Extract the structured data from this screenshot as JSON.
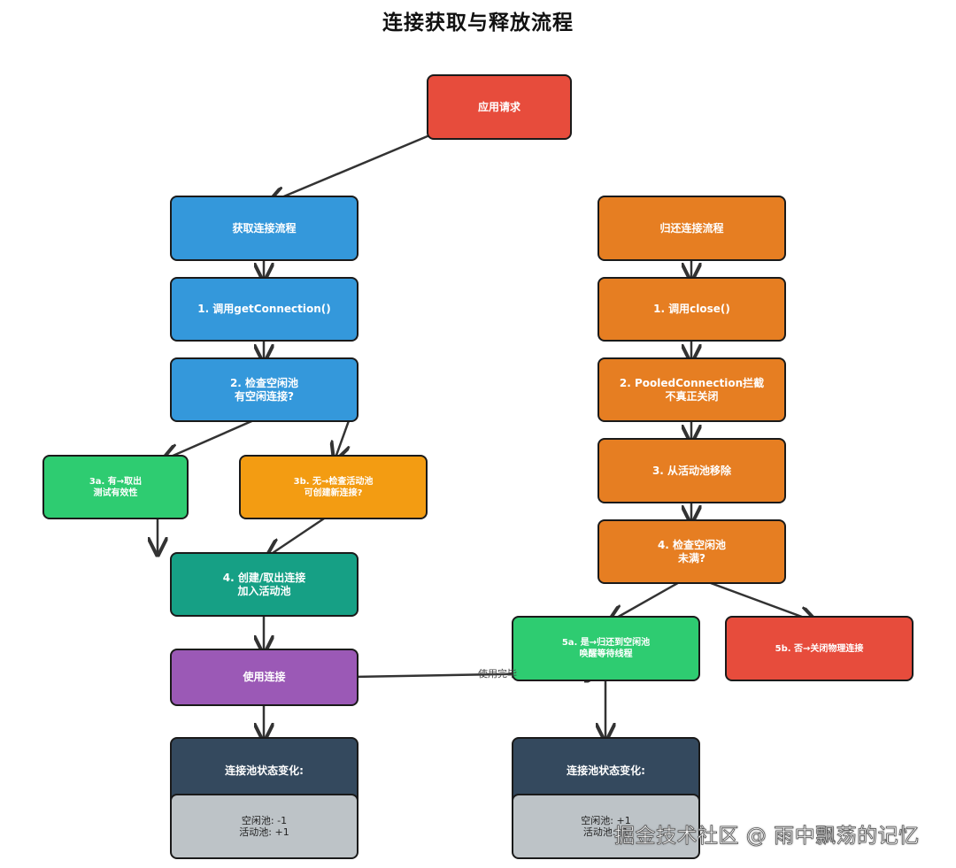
{
  "title": "连接获取与释放流程",
  "nodes": {
    "app_request": "应用请求",
    "acquire_flow": "获取连接流程",
    "acquire_step1": "1. 调用getConnection()",
    "acquire_step2": "2. 检查空闲池\n有空闲连接?",
    "acquire_step3a": "3a. 有→取出\n测试有效性",
    "acquire_step3b": "3b. 无→检查活动池\n可创建新连接?",
    "acquire_step4": "4. 创建/取出连接\n加入活动池",
    "use_connection": "使用连接",
    "acquire_state_header": "连接池状态变化:",
    "acquire_state_body": "空闲池: -1\n活动池: +1",
    "release_flow": "归还连接流程",
    "release_step1": "1. 调用close()",
    "release_step2": "2. PooledConnection拦截\n不真正关闭",
    "release_step3": "3. 从活动池移除",
    "release_step4": "4. 检查空闲池\n未满?",
    "release_step5a": "5a. 是→归还到空闲池\n唤醒等待线程",
    "release_step5b": "5b. 否→关闭物理连接",
    "release_state_header": "连接池状态变化:",
    "release_state_body": "空闲池: +1\n活动池: -1"
  },
  "edge_labels": {
    "use_done": "使用完毕"
  },
  "colors": {
    "red": "#e74c3c",
    "blue": "#3498db",
    "orange": "#e67e22",
    "green": "#2ecc71",
    "yellow": "#f39c12",
    "teal": "#16a085",
    "purple": "#9b59b6",
    "navy": "#34495e",
    "grey": "#bdc3c7"
  },
  "watermark": "掘金技术社区 @ 雨中飘荡的记忆"
}
